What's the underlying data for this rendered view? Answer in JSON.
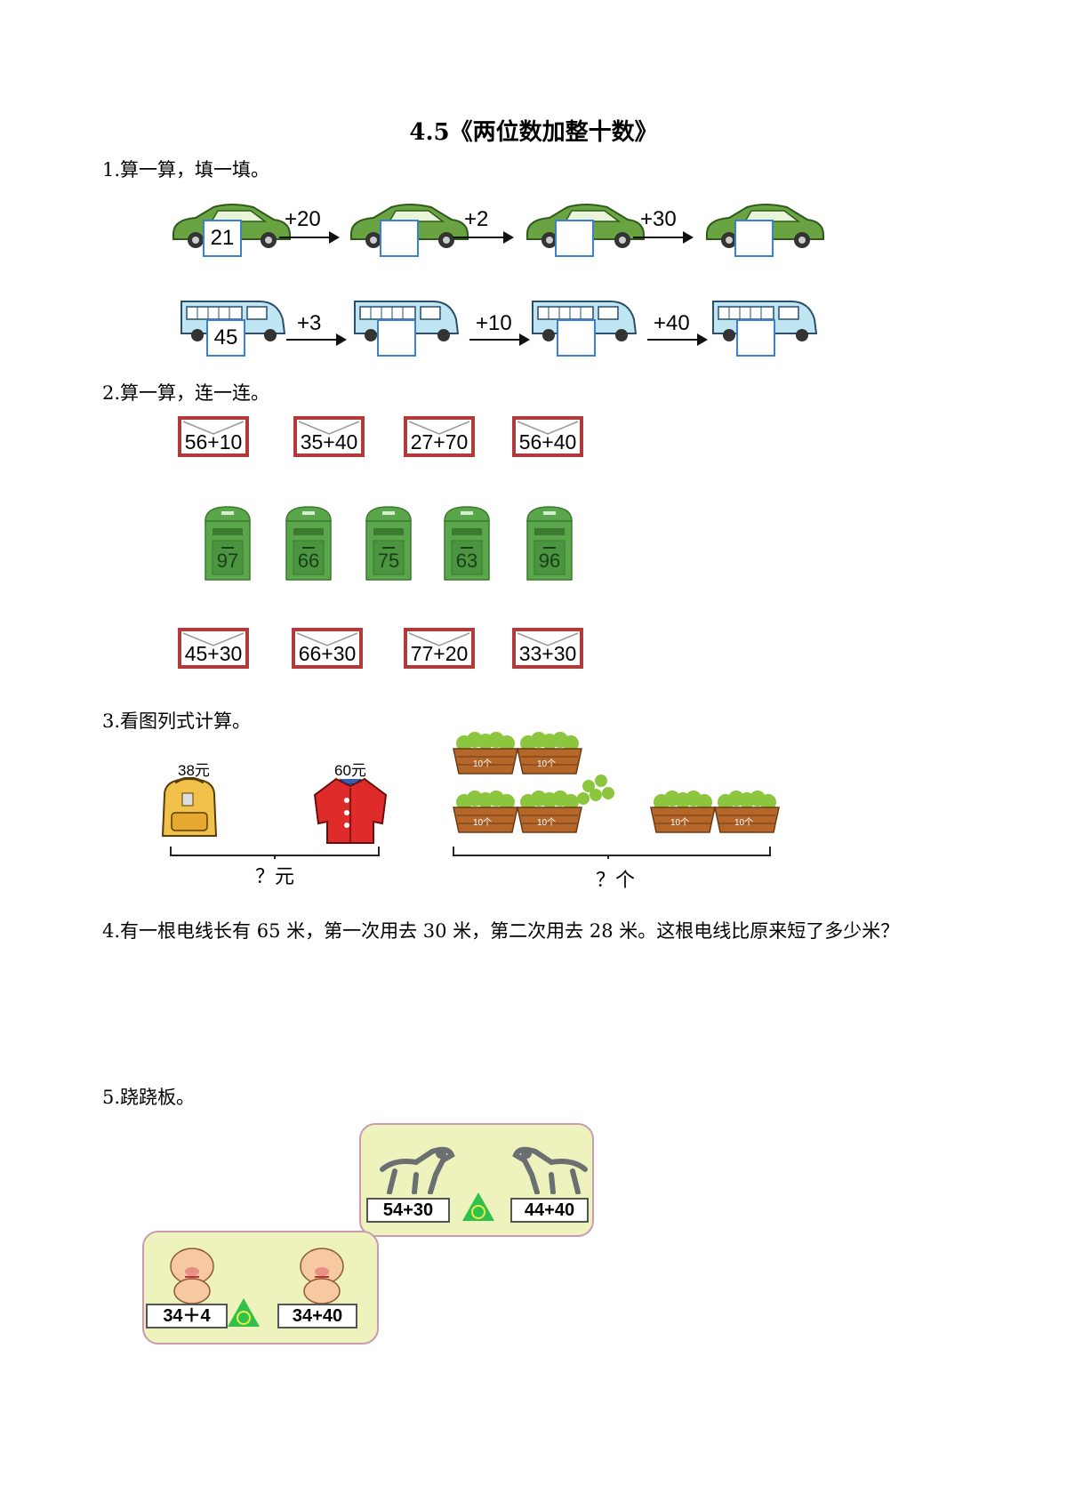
{
  "title": "4.5《两位数加整十数》",
  "q1": {
    "text": "1.算一算，填一填。",
    "row1": {
      "start": "21",
      "ops": [
        "+20",
        "+2",
        "+30"
      ]
    },
    "row2": {
      "start": "45",
      "ops": [
        "+3",
        "+10",
        "+40"
      ]
    }
  },
  "q2": {
    "text": "2.算一算，连一连。",
    "top_envelopes": [
      "56+10",
      "35+40",
      "27+70",
      "56+40"
    ],
    "mailboxes": [
      "97",
      "66",
      "75",
      "63",
      "96"
    ],
    "bottom_envelopes": [
      "45+30",
      "66+30",
      "77+20",
      "33+30"
    ]
  },
  "q3": {
    "text": "3.看图列式计算。",
    "bag_price": "38元",
    "coat_price": "60元",
    "money_question": "？元",
    "basket_label": "10个",
    "pear_question": "？个"
  },
  "q4": {
    "text": "4.有一根电线长有 65 米，第一次用去 30 米，第二次用去 28 米。这根电线比原来短了多少米？"
  },
  "q5": {
    "text": "5.跷跷板。",
    "dogs": {
      "left": "54+30",
      "right": "44+40"
    },
    "pigs": {
      "left": "34＋4",
      "right": "34+40"
    }
  },
  "colors": {
    "car": "#6aa341",
    "bus": "#bfe6f2",
    "envelope_border": "#b33a3a",
    "mailbox": "#5aa64a",
    "panel": "#eef2bd",
    "blue_box": "#3a7fd0"
  }
}
